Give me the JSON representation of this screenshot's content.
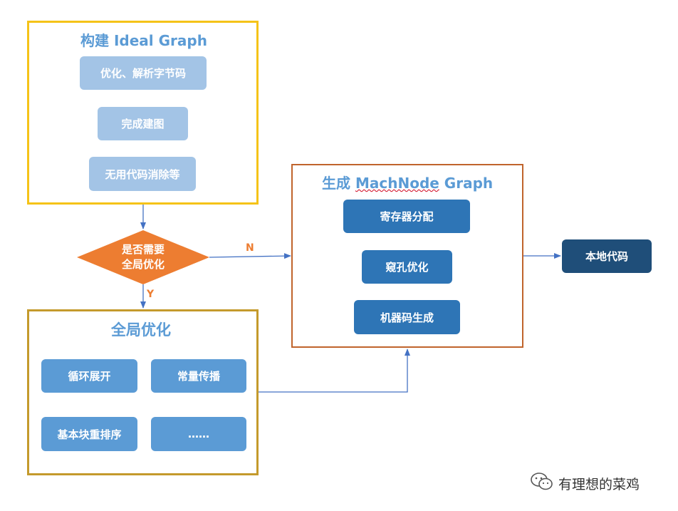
{
  "build_graph": {
    "title": "构建 Ideal Graph",
    "steps": [
      "优化、解析字节码",
      "完成建图",
      "无用代码消除等"
    ]
  },
  "decision": {
    "line1": "是否需要",
    "line2": "全局优化",
    "no_label": "N",
    "yes_label": "Y"
  },
  "global_opt": {
    "title": "全局优化",
    "items": [
      "循环展开",
      "常量传播",
      "基本块重排序",
      "……"
    ]
  },
  "mach_graph": {
    "title_prefix": "生成 ",
    "title_underlined": "MachNode",
    "title_suffix": " Graph",
    "steps": [
      "寄存器分配",
      "窥孔优化",
      "机器码生成"
    ]
  },
  "output": {
    "label": "本地代码"
  },
  "watermark": {
    "text": "有理想的菜鸡",
    "icon": "wechat-icon"
  },
  "colors": {
    "box_light": "#a3c4e6",
    "box_mid": "#5b9bd5",
    "box_dark": "#2e75b6",
    "box_darkest": "#1f4e79",
    "diamond": "#ed7d31",
    "frame_build": "#f5c318",
    "frame_global": "#c49a2c",
    "frame_mach": "#c0642c",
    "arrow": "#4472c4"
  }
}
